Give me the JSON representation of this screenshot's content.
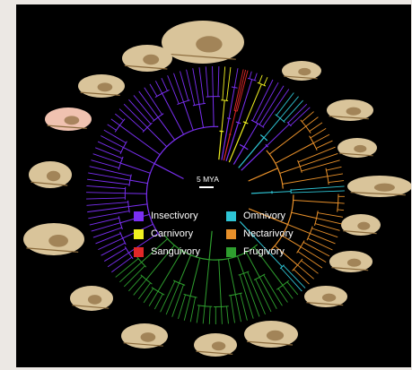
{
  "scale_bar": {
    "label": "5 MYA"
  },
  "legend": [
    {
      "label": "Insectivory",
      "color": "#7a2ff2"
    },
    {
      "label": "Omnivory",
      "color": "#2ec4d4"
    },
    {
      "label": "Carnivory",
      "color": "#f0f020"
    },
    {
      "label": "Nectarivory",
      "color": "#e8902a"
    },
    {
      "label": "Sanguivory",
      "color": "#e02828"
    },
    {
      "label": "Frugivory",
      "color": "#2e9e2e"
    }
  ],
  "colors": {
    "background": "#000000",
    "page": "#ece8e4",
    "skull_light": "#d9c49a",
    "skull_dark": "#8a6a3c",
    "skull_pink": "#f0c2b0",
    "backbone": "#ffffff"
  },
  "skull_images": [
    "skull-1",
    "skull-2",
    "skull-3",
    "skull-4",
    "skull-5",
    "skull-6",
    "skull-7",
    "skull-8",
    "skull-9",
    "skull-10",
    "skull-11",
    "skull-12",
    "skull-13",
    "skull-14",
    "skull-15",
    "skull-16",
    "skull-17"
  ],
  "clades": [
    {
      "diet": "Insectivory",
      "start_deg": 142,
      "end_deg": 273,
      "tips": 44
    },
    {
      "diet": "Carnivory",
      "start_deg": 273,
      "end_deg": 278,
      "tips": 2
    },
    {
      "diet": "Insectivory",
      "start_deg": 278,
      "end_deg": 282,
      "tips": 1
    },
    {
      "diet": "Sanguivory",
      "start_deg": 282,
      "end_deg": 285,
      "tips": 3
    },
    {
      "diet": "Insectivory",
      "start_deg": 285,
      "end_deg": 290,
      "tips": 2
    },
    {
      "diet": "Carnivory",
      "start_deg": 290,
      "end_deg": 295,
      "tips": 2
    },
    {
      "diet": "Insectivory",
      "start_deg": 295,
      "end_deg": 306,
      "tips": 4
    },
    {
      "diet": "Omnivory",
      "start_deg": 306,
      "end_deg": 314,
      "tips": 3
    },
    {
      "diet": "Insectivory",
      "start_deg": 314,
      "end_deg": 318,
      "tips": 2
    },
    {
      "diet": "Nectarivory",
      "start_deg": 318,
      "end_deg": 355,
      "tips": 13
    },
    {
      "diet": "Omnivory",
      "start_deg": 355,
      "end_deg": 359,
      "tips": 2
    },
    {
      "diet": "Nectarivory",
      "start_deg": 359,
      "end_deg": 405,
      "tips": 15
    },
    {
      "diet": "Omnivory",
      "start_deg": 405,
      "end_deg": 409,
      "tips": 2
    },
    {
      "diet": "Frugivory",
      "start_deg": 409,
      "end_deg": 502,
      "tips": 33
    }
  ]
}
